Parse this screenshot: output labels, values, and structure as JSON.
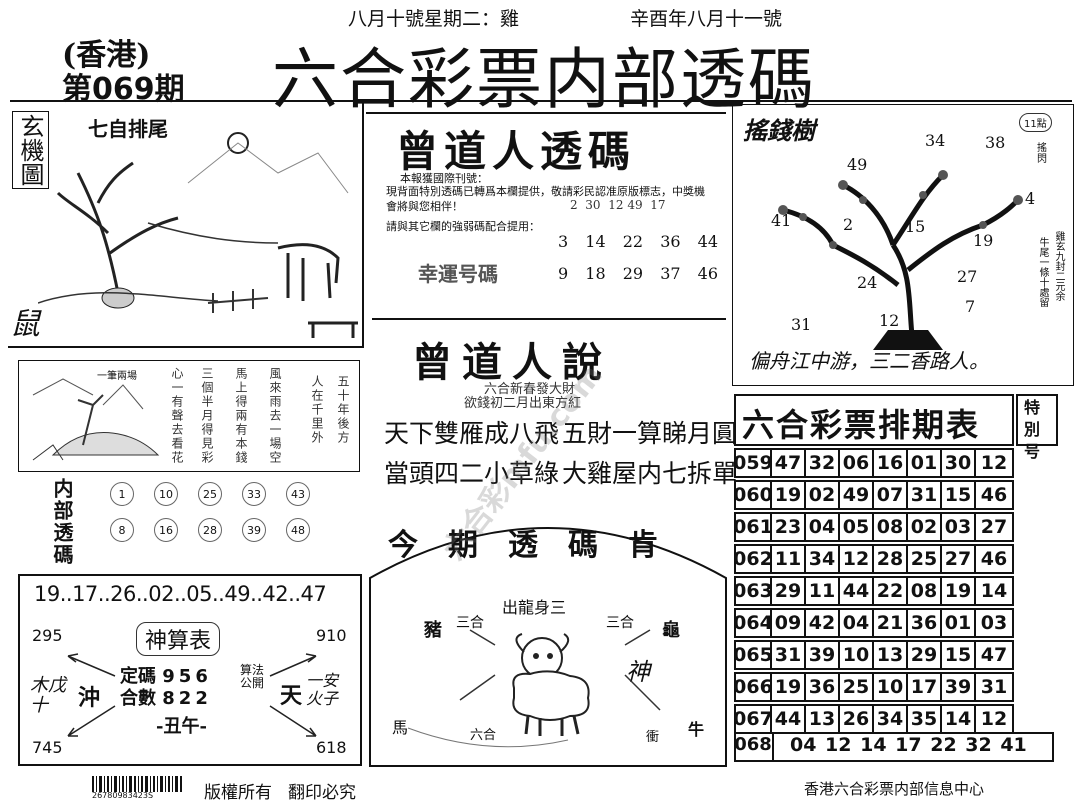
{
  "header": {
    "date_left": "八月十號星期二：雞",
    "date_right": "辛酉年八月十一號",
    "region": "(香港)",
    "issue_prefix": "第",
    "issue_number": "069",
    "issue_suffix": "期",
    "title": "六合彩票内部透碼"
  },
  "left_panel": {
    "side_label": "玄機圖",
    "corner_char": "鼠",
    "caption": "七自排尾"
  },
  "mid_small_caption": "一筆兩場",
  "inner_label": "内部透碼",
  "inner_numbers": {
    "row1": [
      "1",
      "10",
      "25",
      "33",
      "43"
    ],
    "row2": [
      "8",
      "16",
      "28",
      "39",
      "48"
    ]
  },
  "numbers_line": "19..17..26..02..05..49..42..47",
  "shensuan": {
    "title": "神算表",
    "tl": "295",
    "tr": "910",
    "bl": "745",
    "br": "618",
    "left_hand": "木戊十",
    "chong": "沖",
    "tian": "天",
    "right_hand": "一安火子",
    "dingma_label": "定碼",
    "dingma_value": "956",
    "heshu_label": "合數",
    "heshu_value": "822",
    "fa_label": "算法公開",
    "bottom": "-丑午-"
  },
  "zengdao": {
    "title": "曾道人透碼",
    "text1": "本報獲國際刊號：",
    "text2": "現背面特別透碼已轉爲本欄提供，敬請彩民認准原版標志，中獎機會將與您相伴！",
    "text3": "請與其它欄的強弱碼配合提用：",
    "lucky_label": "幸運号碼",
    "scribble": [
      "2",
      "30",
      "12",
      "49",
      "17"
    ],
    "row1": [
      "3",
      "14",
      "22",
      "36",
      "44"
    ],
    "row2": [
      "9",
      "18",
      "29",
      "37",
      "46"
    ]
  },
  "zengshuo": {
    "title": "曾道人說",
    "sub1": "六合新春發大財",
    "sub2": "欲錢初二月出東方紅",
    "lines": [
      "天下雙雁成八飛",
      "五財一算睇月圓",
      "當頭四二小草綠",
      "大雞屋内七拆單"
    ]
  },
  "jinqi": {
    "title": "今期透碼肯",
    "top_caption": "出龍身三",
    "sanhe_left": "三合",
    "sanhe_right": "三合",
    "zhu": "豬",
    "gui": "龜",
    "shen": "神",
    "ma": "馬",
    "liuhe": "六合",
    "chong": "衝",
    "niu": "牛"
  },
  "money_tree": {
    "title": "搖錢樹",
    "stamp": "11點",
    "side": "搖閃",
    "numbers": [
      "34",
      "38",
      "49",
      "4",
      "41",
      "2",
      "15",
      "19",
      "27",
      "24",
      "7",
      "31",
      "12"
    ],
    "right_vert1": "雞玄九封二元余",
    "right_vert2": "牛尾一條十處留",
    "bottom": "偏舟江中游，三二香路人。"
  },
  "schedule": {
    "title": "六合彩票排期表",
    "special_label": "特別号",
    "rows": [
      [
        "059",
        "47",
        "32",
        "06",
        "16",
        "01",
        "30",
        "12"
      ],
      [
        "060",
        "19",
        "02",
        "49",
        "07",
        "31",
        "15",
        "46"
      ],
      [
        "061",
        "23",
        "04",
        "05",
        "08",
        "02",
        "03",
        "27"
      ],
      [
        "062",
        "11",
        "34",
        "12",
        "28",
        "25",
        "27",
        "46"
      ],
      [
        "063",
        "29",
        "11",
        "44",
        "22",
        "08",
        "19",
        "14"
      ],
      [
        "064",
        "09",
        "42",
        "04",
        "21",
        "36",
        "01",
        "03"
      ],
      [
        "065",
        "31",
        "39",
        "10",
        "13",
        "29",
        "15",
        "47"
      ],
      [
        "066",
        "19",
        "36",
        "25",
        "10",
        "17",
        "39",
        "31"
      ],
      [
        "067",
        "44",
        "13",
        "26",
        "34",
        "35",
        "14",
        "12"
      ]
    ],
    "last_issue": "068",
    "last_numbers": "04 12 14 17 22 32 41"
  },
  "footer": {
    "barcode_number": "26780983423S",
    "copyright1": "版權所有",
    "copyright2": "翻印必究",
    "publisher": "香港六合彩票内部信息中心"
  },
  "watermark": "六合彩mfu.com"
}
